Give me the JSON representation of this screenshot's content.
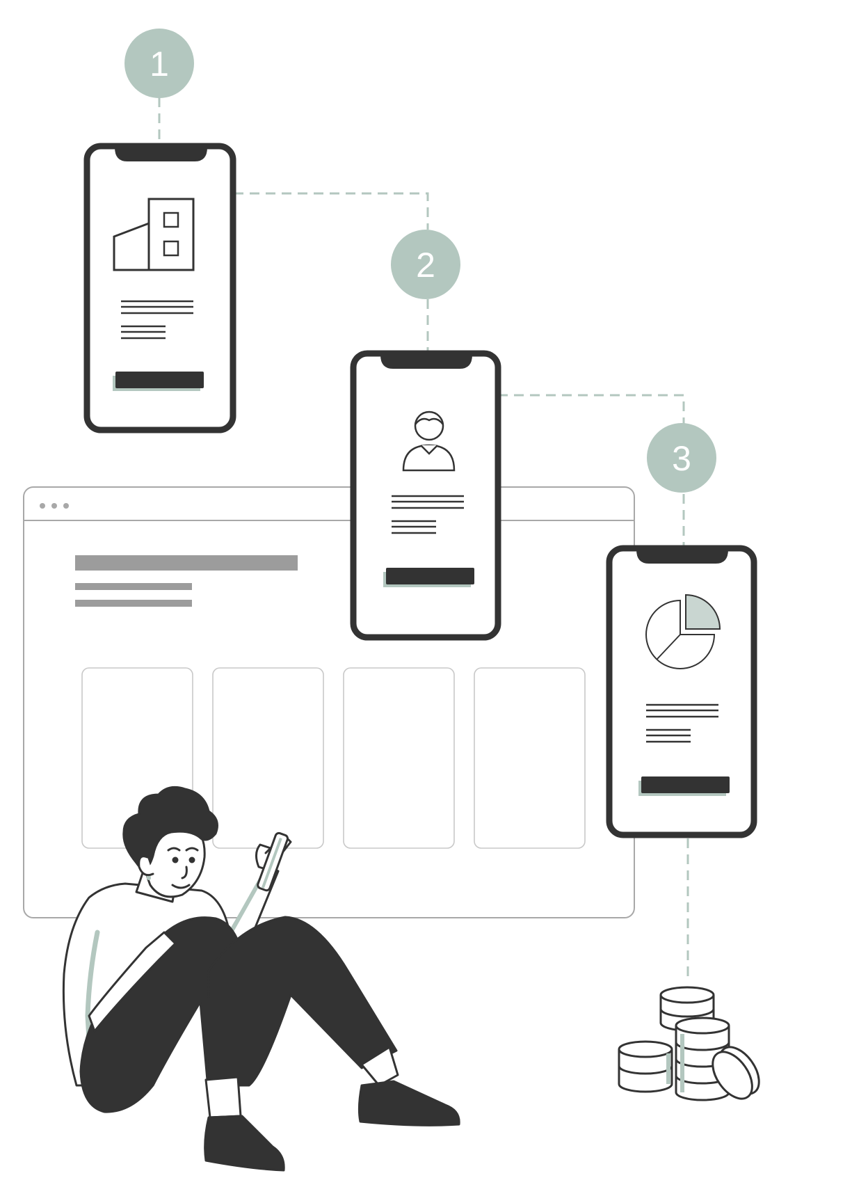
{
  "colors": {
    "accent": "#b3c7bf",
    "ink": "#333333",
    "outline": "#a8a8a8",
    "bar": "#9c9c9c",
    "background": "#ffffff"
  },
  "steps": [
    {
      "number": "1",
      "icon": "building-icon"
    },
    {
      "number": "2",
      "icon": "user-profile-icon"
    },
    {
      "number": "3",
      "icon": "pie-chart-icon"
    }
  ],
  "decor": {
    "coins": "coin-stack-icon",
    "person": "person-with-phone-illustration",
    "browser": "browser-window-wireframe"
  }
}
